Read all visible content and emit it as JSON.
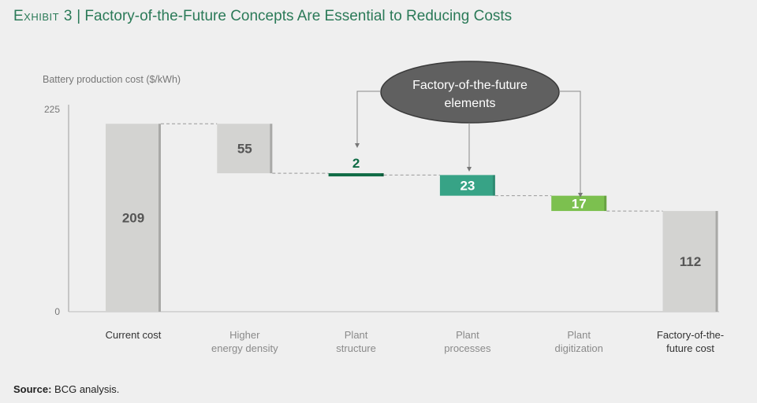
{
  "title": {
    "exhibit": "Exhibit 3",
    "separator": "|",
    "text": "Factory-of-the-Future Concepts Are Essential to Reducing Costs"
  },
  "callout": {
    "line1": "Factory-of-the-future",
    "line2": "elements"
  },
  "source": {
    "label": "Source:",
    "text": "BCG analysis."
  },
  "colors": {
    "gray": "#d3d3d1",
    "gray_edge": "#a9a9a7",
    "dark_green": "#0f6b45",
    "teal": "#37a386",
    "light_green": "#7cc04f",
    "title": "#2b7a58",
    "ellipse": "#606060"
  },
  "chart_data": {
    "type": "waterfall",
    "ylabel": "Battery production cost ($/kWh)",
    "ylim": [
      0,
      225
    ],
    "yticks": [
      "0",
      "225"
    ],
    "categories": [
      {
        "line1": "Current cost",
        "line2": "",
        "value": 209,
        "label": "209",
        "kind": "total",
        "color": "gray",
        "label_pos": "inside",
        "emphasis": true
      },
      {
        "line1": "Higher",
        "line2": "energy density",
        "value": 55,
        "label": "55",
        "kind": "decrease",
        "color": "gray",
        "label_pos": "inside",
        "emphasis": false
      },
      {
        "line1": "Plant",
        "line2": "structure",
        "value": 2,
        "label": "2",
        "kind": "decrease",
        "color": "dark_green",
        "label_pos": "above",
        "emphasis": false
      },
      {
        "line1": "Plant",
        "line2": "processes",
        "value": 23,
        "label": "23",
        "kind": "decrease",
        "color": "teal",
        "label_pos": "inside",
        "emphasis": false
      },
      {
        "line1": "Plant",
        "line2": "digitization",
        "value": 17,
        "label": "17",
        "kind": "decrease",
        "color": "light_green",
        "label_pos": "inside",
        "emphasis": false
      },
      {
        "line1": "Factory-of-the-",
        "line2": "future cost",
        "value": 112,
        "label": "112",
        "kind": "total",
        "color": "gray",
        "label_pos": "inside",
        "emphasis": true
      }
    ]
  }
}
